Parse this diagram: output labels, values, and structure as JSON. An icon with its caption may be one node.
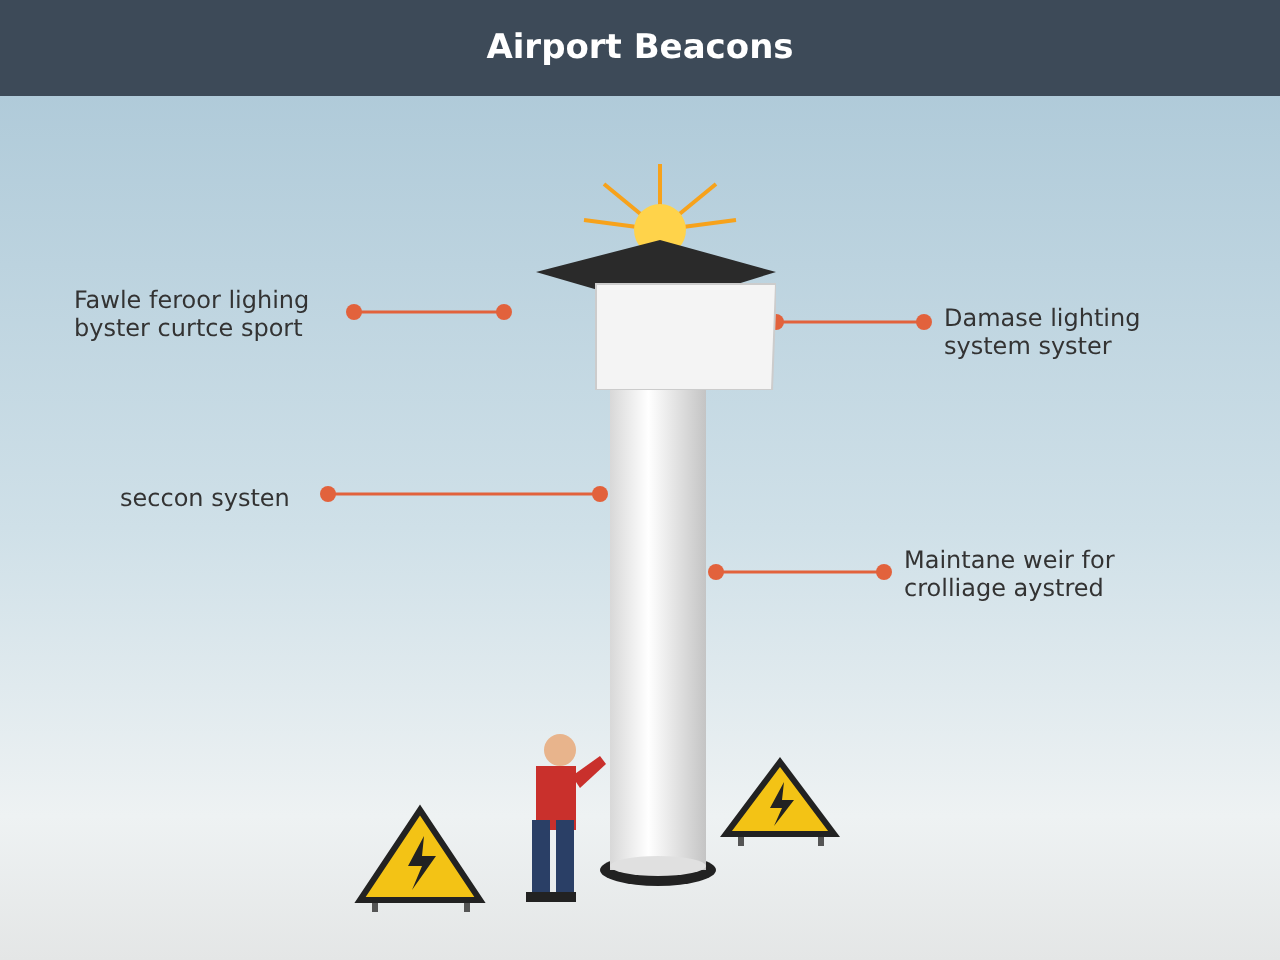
{
  "diagram": {
    "title": "Airport Beacons",
    "nodes": [
      {
        "text": [
          "Fawle feroor lighing byster curtce sport"
        ]
      },
      {
        "text": [],
        "shape": "picture"
      },
      {
        "text": [
          "Damase lighting system syster"
        ]
      },
      {
        "text": [
          "seccon systen"
        ]
      },
      {
        "text": [],
        "shape": "cylinder"
      },
      {
        "text": [
          "Maintane weir for crolliage aystred"
        ]
      }
    ],
    "edges": [
      {
        "from": 0,
        "to": 1,
        "arrow": "other"
      },
      {
        "from": 2,
        "to": 1,
        "arrow": "other"
      },
      {
        "from": 3,
        "to": 4,
        "arrow": "other"
      },
      {
        "from": 5,
        "to": 4,
        "arrow": "other"
      }
    ]
  }
}
